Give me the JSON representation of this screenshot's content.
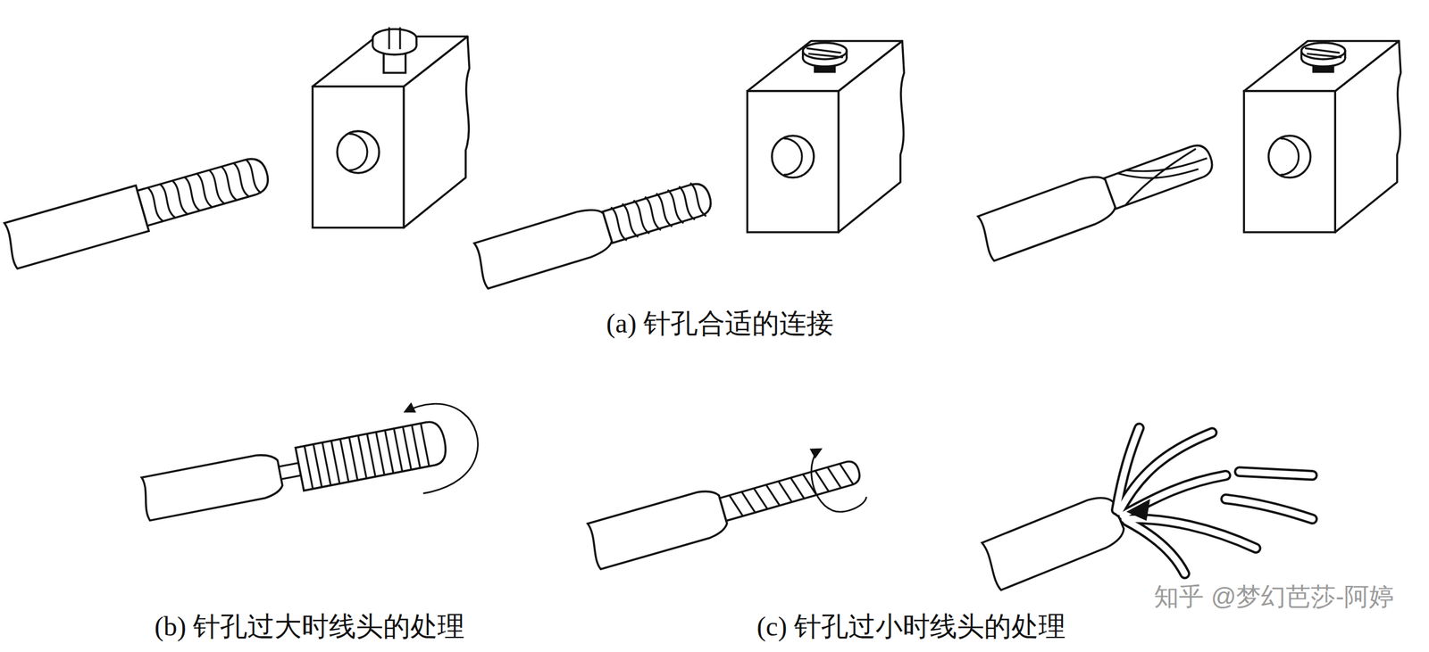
{
  "diagram": {
    "labels": [
      "(a) 针孔合适的连接",
      "(b) 针孔过大时线头的处理",
      "(c) 针孔过小时线头的处理",
      "知乎 @梦幻芭莎-阿婷"
    ]
  }
}
